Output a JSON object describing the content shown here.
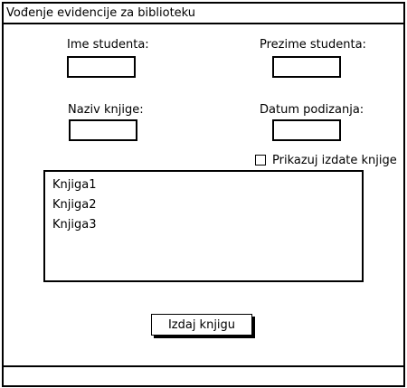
{
  "window": {
    "title": "Vođenje evidencije za biblioteku"
  },
  "form": {
    "student_first_name_label": "Ime studenta:",
    "student_first_name_value": "",
    "student_last_name_label": "Prezime studenta:",
    "student_last_name_value": "",
    "book_title_label": "Naziv knjige:",
    "book_title_value": "",
    "issue_date_label": "Datum podizanja:",
    "issue_date_value": ""
  },
  "filter": {
    "show_issued_label": "Prikazuj izdate knjige",
    "show_issued_checked": false
  },
  "books": {
    "items": [
      "Knjiga1",
      "Knjiga2",
      "Knjiga3"
    ]
  },
  "actions": {
    "issue_button_label": "Izdaj knjigu"
  }
}
